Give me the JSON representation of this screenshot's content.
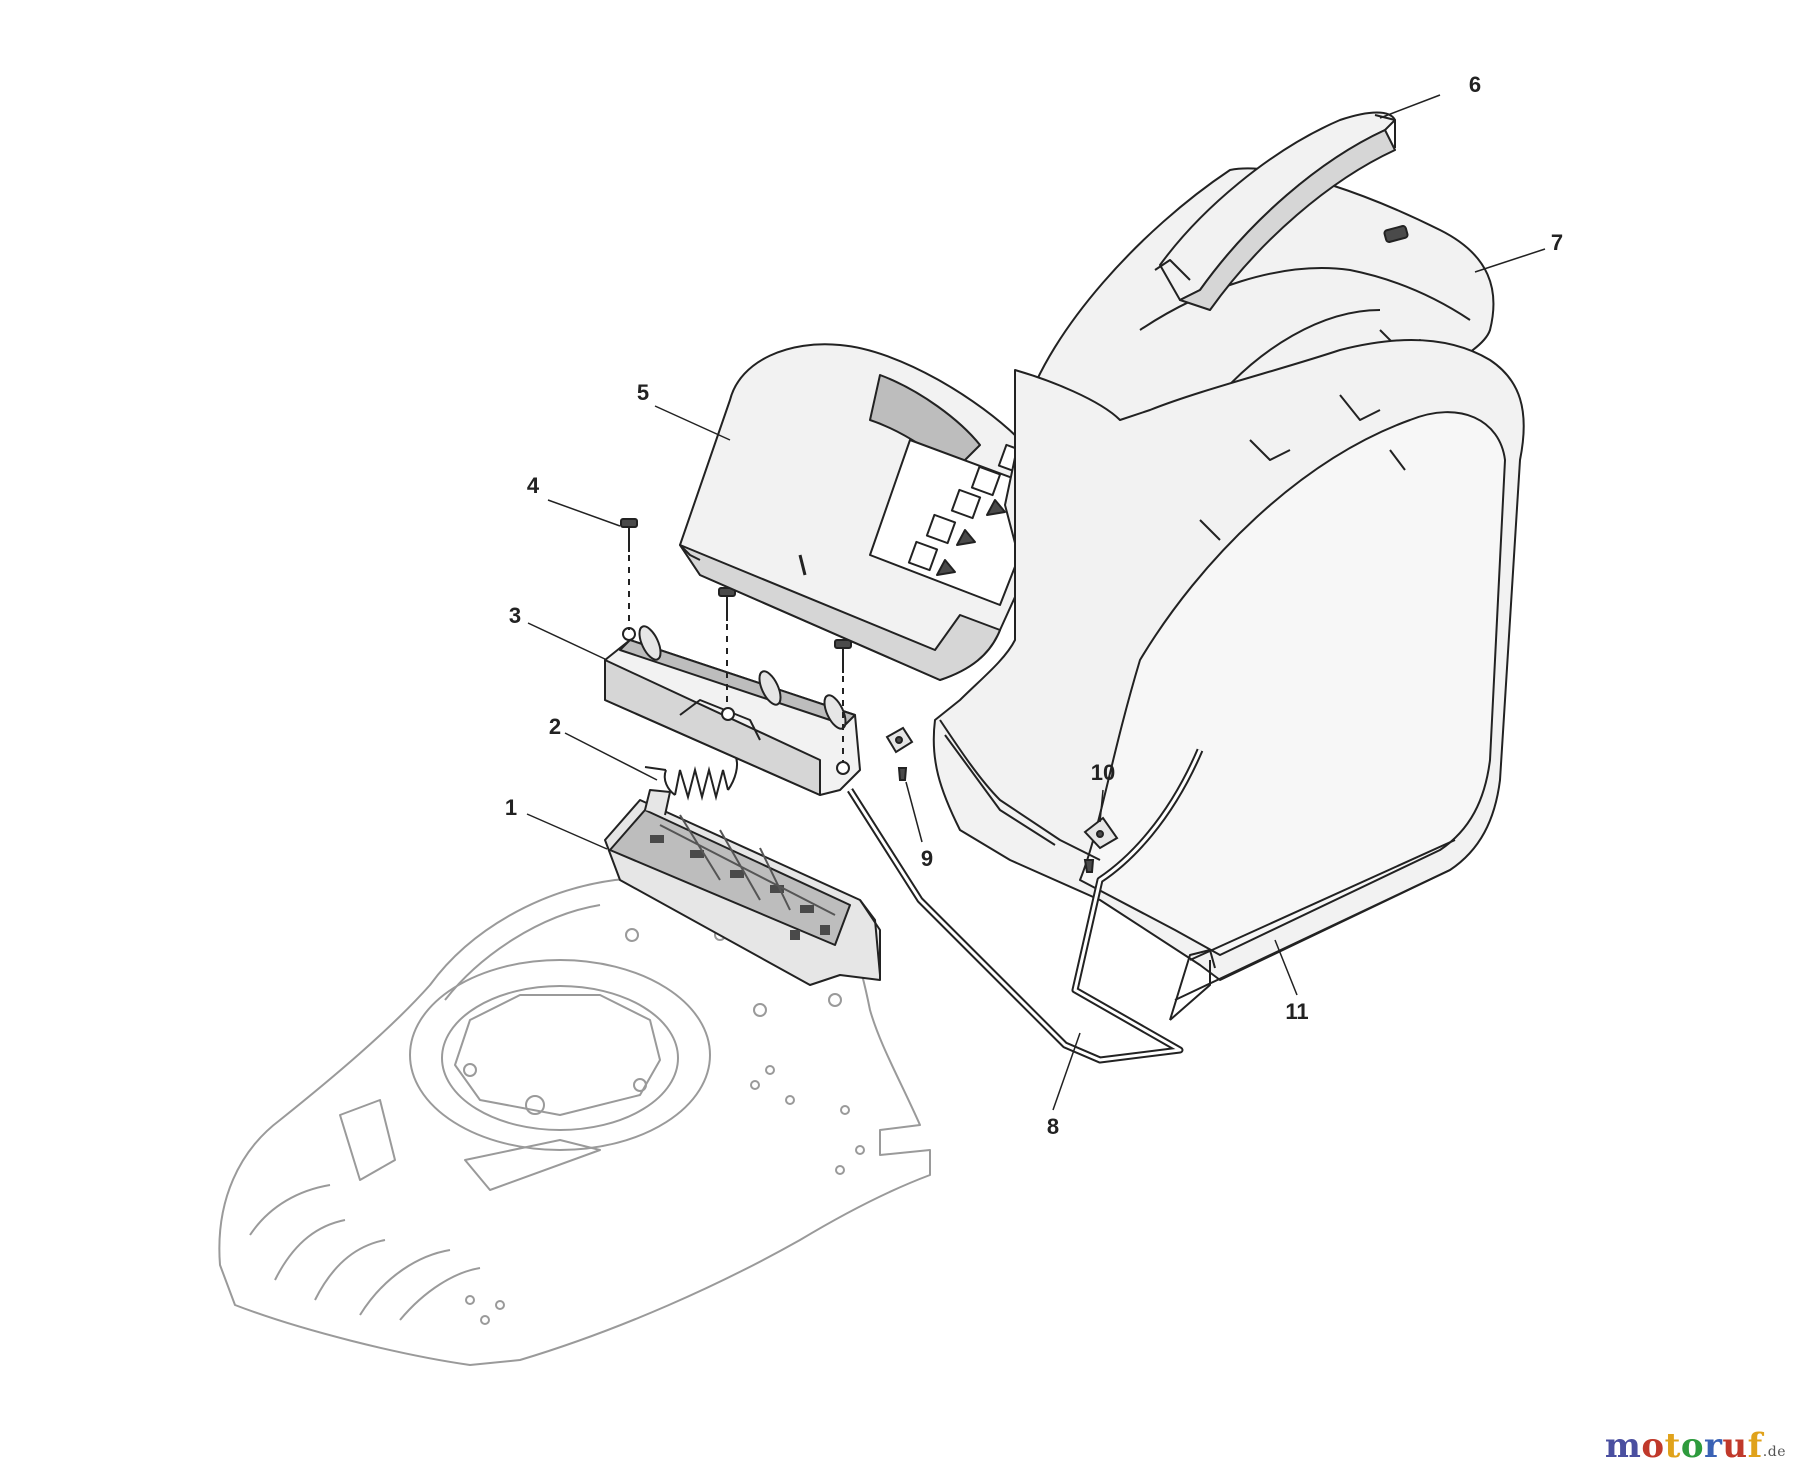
{
  "callouts": {
    "c1": "1",
    "c2": "2",
    "c3": "3",
    "c4": "4",
    "c5": "5",
    "c6": "6",
    "c7": "7",
    "c8": "8",
    "c9": "9",
    "c10": "10",
    "c11": "11"
  },
  "watermark": {
    "letters": [
      "m",
      "o",
      "t",
      "o",
      "r",
      "u",
      "f"
    ],
    "tld": ".de",
    "colors": [
      "#4a4fa0",
      "#c0392b",
      "#e0a21b",
      "#2e9b3d",
      "#3a62b5",
      "#c0392b",
      "#e0a21b"
    ]
  },
  "colors": {
    "line": "#222222",
    "fill_light": "#f2f2f2",
    "fill_mid": "#d6d6d6",
    "fill_dark": "#4a4a4a",
    "ghost": "#9a9a9a"
  }
}
